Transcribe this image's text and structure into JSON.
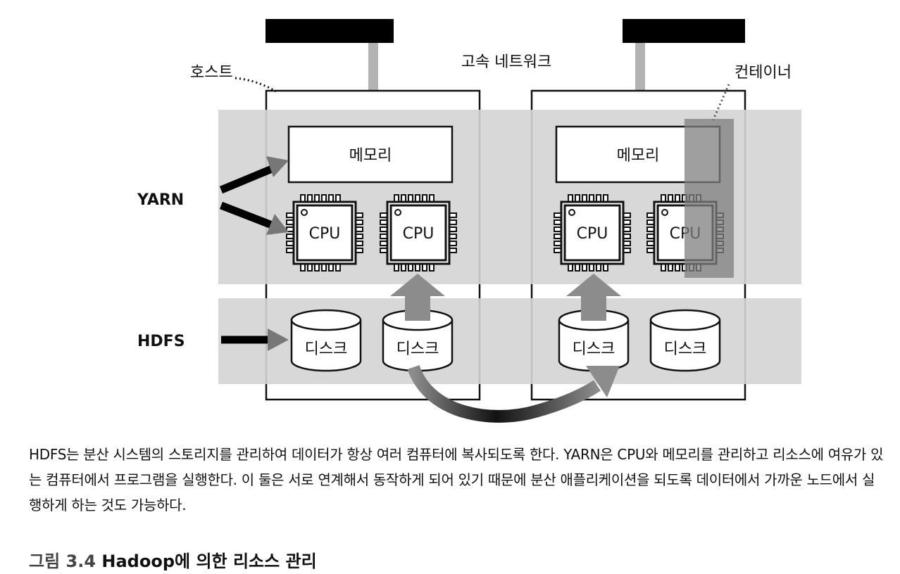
{
  "diagram": {
    "network_label": "고속 네트워크",
    "host_label": "호스트",
    "container_label": "컨테이너",
    "yarn_label": "YARN",
    "hdfs_label": "HDFS",
    "memory_label": "메모리",
    "cpu_label": "CPU",
    "disk_label": "디스크"
  },
  "caption": {
    "text": "HDFS는 분산 시스템의 스토리지를 관리하여 데이터가 항상 여러 컴퓨터에 복사되도록 한다. YARN은 CPU와 메모리를 관리하고 리소스에 여유가 있는 컴퓨터에서 프로그램을 실행한다. 이 둘은 서로 연계해서 동작하게 되어 있기 때문에 분산 애플리케이션을 되도록 데이터에서 가까운 노드에서 실행하게 하는 것도 가능하다.",
    "figure_number": "그림 3.4",
    "figure_title": "Hadoop에 의한 리소스 관리"
  }
}
